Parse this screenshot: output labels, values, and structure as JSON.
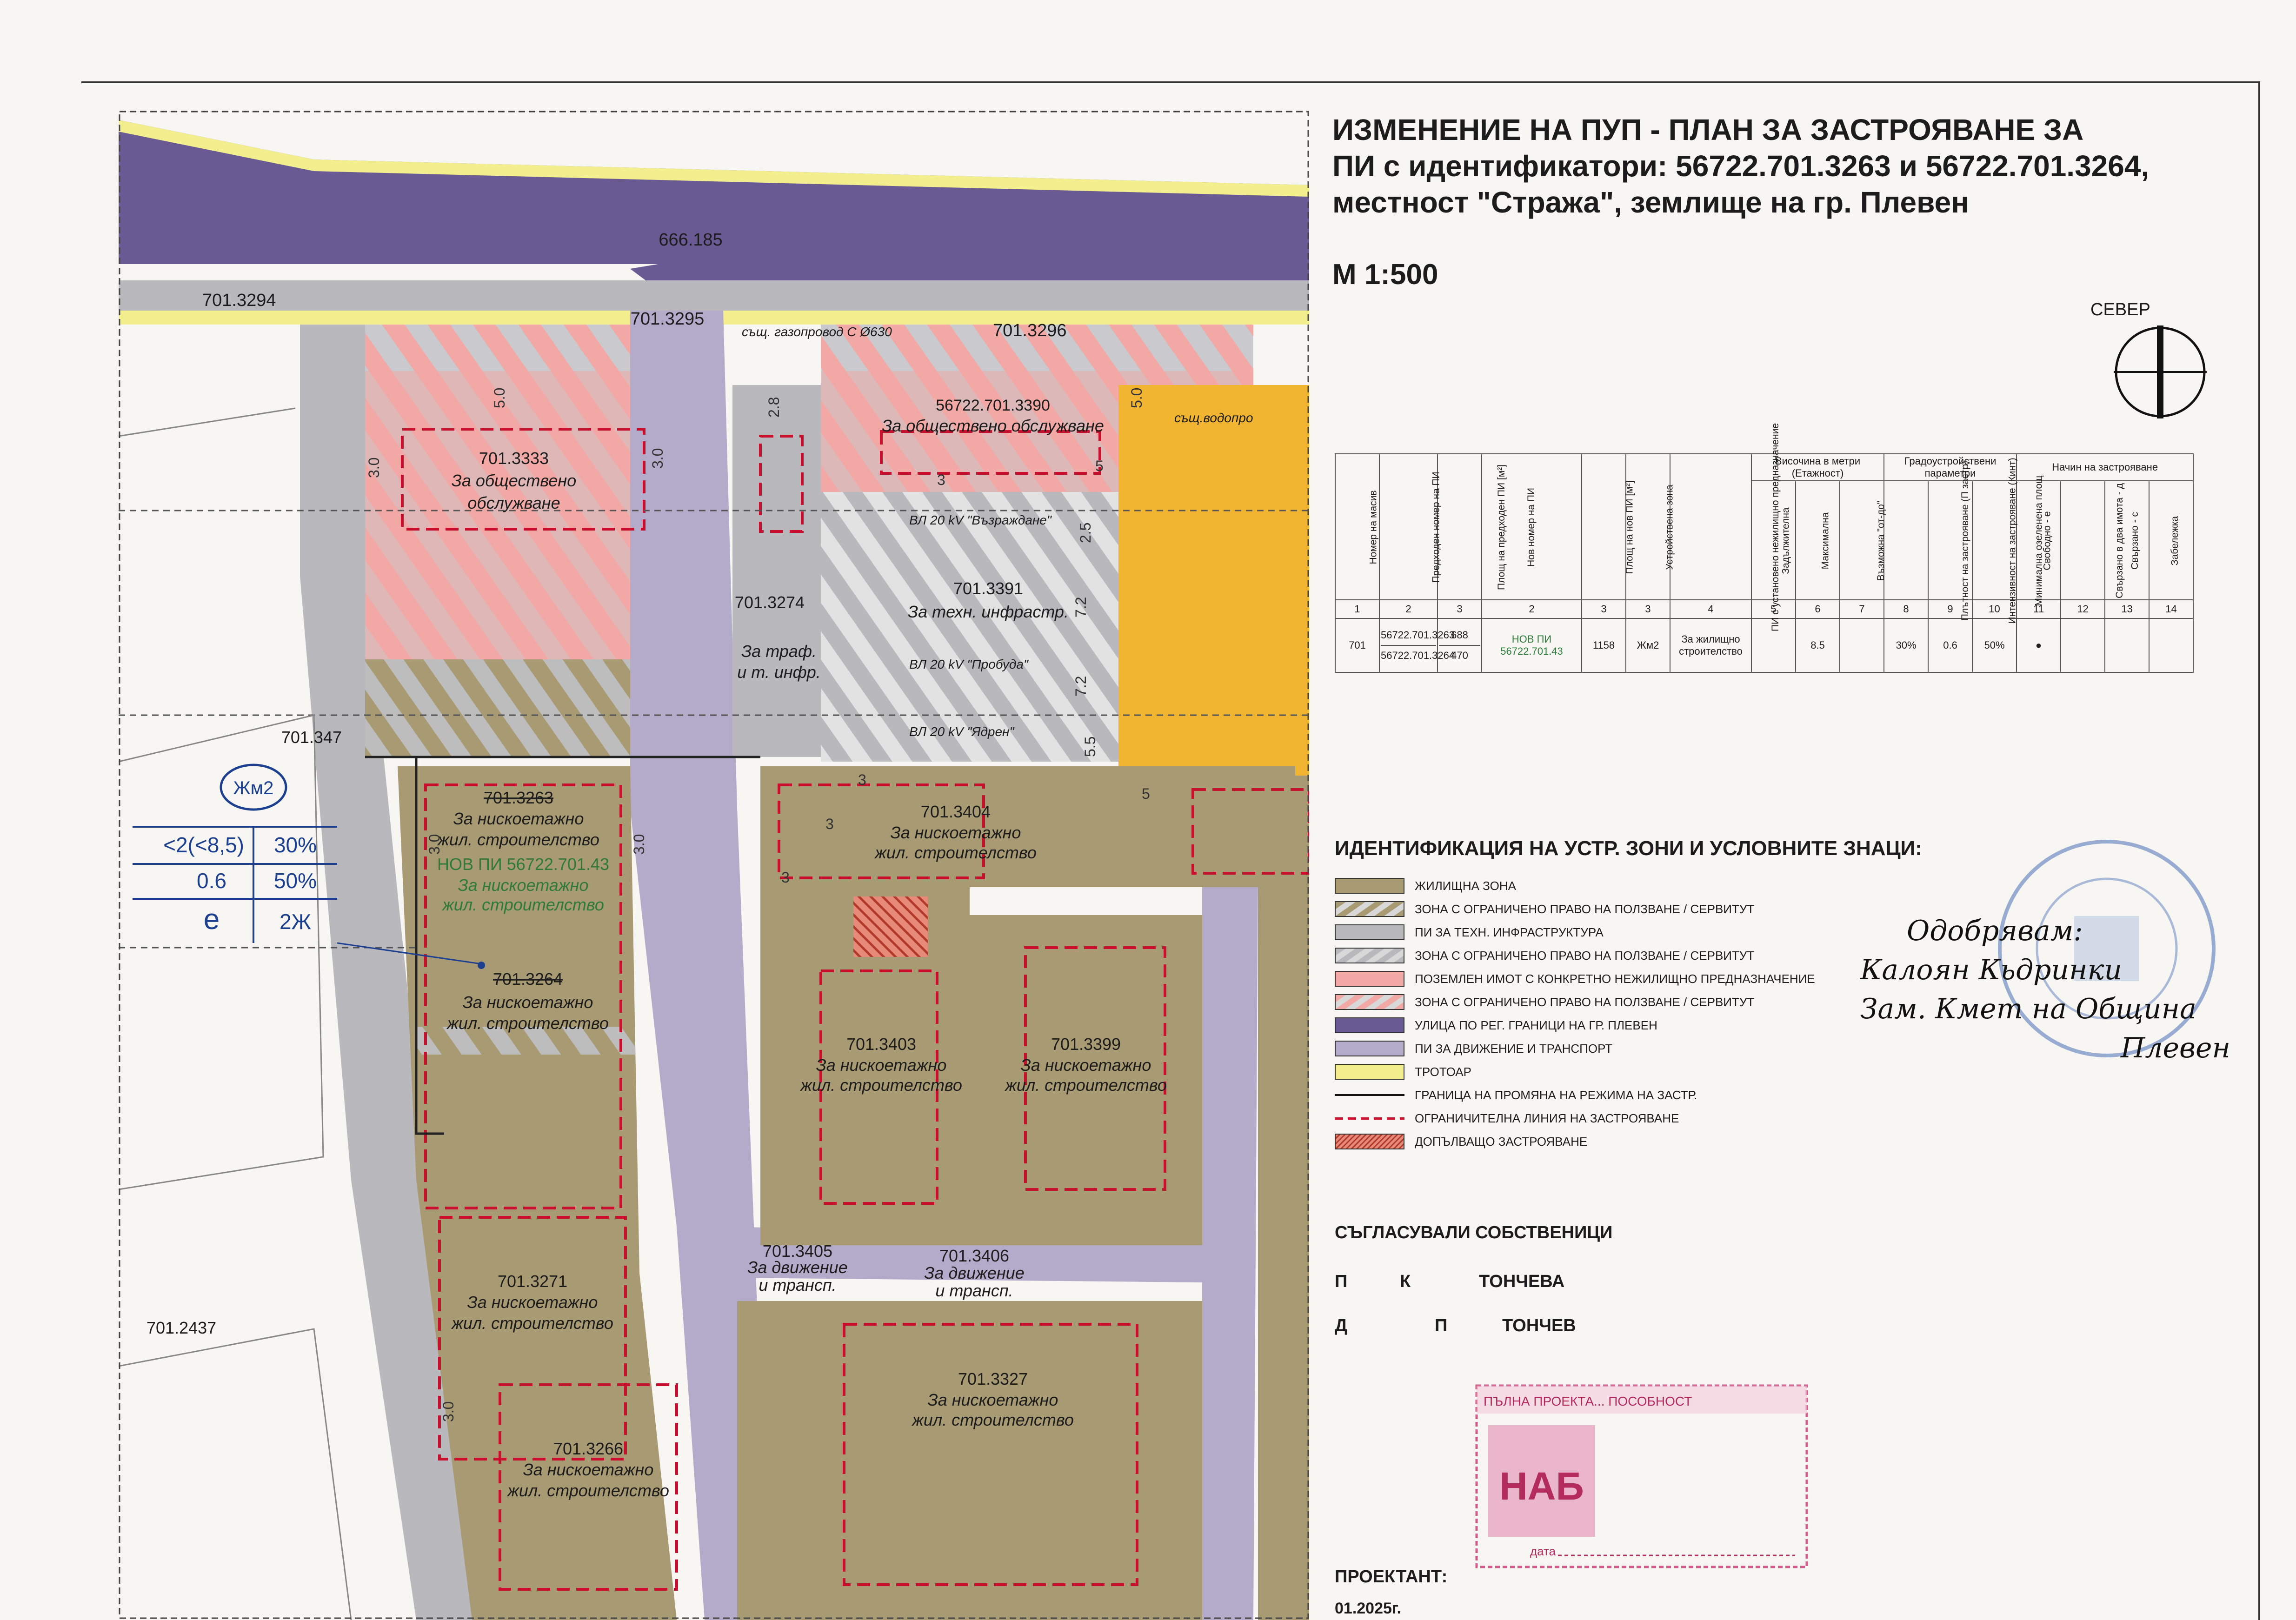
{
  "title_lines": [
    "ИЗМЕНЕНИЕ НА ПУП - ПЛАН ЗА ЗАСТРОЯВАНЕ ЗА",
    "ПИ с идентификатори: 56722.701.3263 и 56722.701.3264,",
    "местност  \"Стража\", землище на гр. Плевен"
  ],
  "scale": "М 1:500",
  "north_label": "СЕВЕР",
  "table": {
    "height_group": "Височина в метри (Етажност)",
    "urban_group": "Градоустройствени параметри",
    "method_group": "Начин на застрояване",
    "headers": [
      "Номер на масив",
      "Предходен номер на ПИ",
      "Площ на предходен ПИ [м²]",
      "Нов номер на ПИ",
      "Площ на нов ПИ [м²]",
      "Устройствена зона",
      "ПИ с установено нежилищно предназначение",
      "Задължителна",
      "Максимална",
      "Възможна \"от-до\"",
      "Плътност на застрояване (П застр)",
      "Интензивност на застрояване (Кинт)",
      "Минимална озеленена площ",
      "Свободно - е",
      "Свързано в два имота - д",
      "Свързано - с",
      "Забележка"
    ],
    "col_numbers": [
      "1",
      "2",
      "3",
      "2",
      "3",
      "3",
      "4",
      "5",
      "6",
      "7",
      "8",
      "9",
      "10",
      "11",
      "12",
      "13",
      "14"
    ],
    "row": {
      "massiv": "701",
      "prev_ids": [
        "56722.701.3263",
        "56722.701.3264"
      ],
      "prev_areas": [
        "688",
        "470"
      ],
      "new_id_line1": "НОВ ПИ",
      "new_id_line2": "56722.701.43",
      "new_area": "1158",
      "zone": "Жм2",
      "purpose": "За жилищно строителство",
      "mandatory": "",
      "max_height": "8.5",
      "range": "",
      "density": "30%",
      "intensity": "0.6",
      "green": "50%",
      "free": "●",
      "twin": "",
      "connected": "",
      "note": ""
    }
  },
  "legend_title": "ИДЕНТИФИКАЦИЯ НА УСТР. ЗОНИ И УСЛОВНИТЕ ЗНАЦИ:",
  "legend": [
    {
      "label": "ЖИЛИЩНА ЗОНА",
      "fill": "#a89a72",
      "kind": "solid"
    },
    {
      "label": "ЗОНА С ОГРАНИЧЕНО ПРАВО НА ПОЛЗВАНЕ / СЕРВИТУТ",
      "fill": "#a89a72",
      "kind": "hatch"
    },
    {
      "label": "ПИ ЗА ТЕХН. ИНФРАСТРУКТУРА",
      "fill": "#b9b8bd",
      "kind": "solid"
    },
    {
      "label": "ЗОНА С ОГРАНИЧЕНО ПРАВО НА ПОЛЗВАНЕ / СЕРВИТУТ",
      "fill": "#b9b8bd",
      "kind": "hatch"
    },
    {
      "label": "ПОЗЕМЛЕН ИМОТ С КОНКРЕТНО НЕЖИЛИЩНО ПРЕДНАЗНАЧЕНИЕ",
      "fill": "#f2a8a4",
      "kind": "solid"
    },
    {
      "label": "ЗОНА С ОГРАНИЧЕНО ПРАВО НА ПОЛЗВАНЕ / СЕРВИТУТ",
      "fill": "#f2a8a4",
      "kind": "hatch"
    },
    {
      "label": "УЛИЦА ПО РЕГ. ГРАНИЦИ НА ГР. ПЛЕВЕН",
      "fill": "#6a5a94",
      "kind": "solid"
    },
    {
      "label": "ПИ ЗА ДВИЖЕНИЕ И ТРАНСПОРТ",
      "fill": "#b3abc9",
      "kind": "solid"
    },
    {
      "label": "ТРОТОАР",
      "fill": "#f3ee8e",
      "kind": "solid"
    },
    {
      "label": "ГРАНИЦА НА ПРОМЯНА НА РЕЖИМА НА ЗАСТР.",
      "fill": "none",
      "kind": "line-black"
    },
    {
      "label": "ОГРАНИЧИТЕЛНА ЛИНИЯ НА ЗАСТРОЯВАНЕ",
      "fill": "none",
      "kind": "line-red"
    },
    {
      "label": "ДОПЪЛВАЩО ЗАСТРОЯВАНЕ",
      "fill": "#e88a7a",
      "kind": "red-hatch"
    }
  ],
  "approval": [
    "Одобрявам:",
    "Калоян Кьдринки",
    "Зам. Кмет на Община",
    "Плевен"
  ],
  "owners_title": "СЪГЛАСУВАЛИ СОБСТВЕНИЦИ",
  "owners": [
    {
      "a": "П",
      "b": "К",
      "c": "ТОНЧЕВА"
    },
    {
      "a": "Д",
      "b": "П",
      "c": "ТОНЧЕВ"
    }
  ],
  "stamp_header": "ПЪЛНА ПРОЕКТА... ПОСОБНОСТ",
  "stamp_initials": "НАБ",
  "stamp_date_label": "дата",
  "designer_label": "ПРОЕКТАНТ:",
  "date": "01.2025г.",
  "map": {
    "colors": {
      "residential": "#a89a72",
      "infra": "#b9b8bd",
      "public": "#f2a8a4",
      "street_main": "#6a5a94",
      "street": "#b3abc9",
      "sidewalk": "#f3ee8e",
      "orange": "#f2b531",
      "line_red": "#c8102e",
      "zone_blue": "#1c3f8f"
    },
    "street_main_id": "666.185",
    "sidewalk_ids": [
      "701.3294",
      "701.3295",
      "701.3296"
    ],
    "gas_pipe": "същ. газопровод С Ø630",
    "water_pipe": "същ.водопро",
    "power_lines": [
      "ВЛ 20 kV \"Възраждане\"",
      "ВЛ 20 kV \"Пробуда\"",
      "ВЛ 20 kV \"Ядрен\""
    ],
    "zone_box": {
      "neighbour_id": "701.347",
      "zone": "Жм2",
      "height": "<2(<8,5)",
      "density": "30%",
      "intensity": "0.6",
      "green": "50%",
      "method": "е",
      "floors": "2Ж"
    },
    "other_ids": [
      "701.2437"
    ],
    "lots": [
      {
        "id": "701.3333",
        "label1": "За обществено",
        "label2": "обслужване"
      },
      {
        "id": "56722.701.3390",
        "label1": "За обществено обслужване",
        "label2": ""
      },
      {
        "id": "701.3391",
        "label1": "За техн. инфрастр.",
        "label2": ""
      },
      {
        "id": "701.3274",
        "label1": "За траф.",
        "label2": "и т. инфр."
      },
      {
        "id": "701.3263",
        "label1": "За нискоетажно",
        "label2": "жил. строителство"
      },
      {
        "id": "НОВ ПИ 56722.701.43",
        "label1": "За нискоетажно",
        "label2": "жил. строителство"
      },
      {
        "id": "701.3264",
        "label1": "За нискоетажно",
        "label2": "жил. строителство"
      },
      {
        "id": "701.3404",
        "label1": "За нискоетажно",
        "label2": "жил. строителство"
      },
      {
        "id": "701.3403",
        "label1": "За нискоетажно",
        "label2": "жил. строителство"
      },
      {
        "id": "701.3399",
        "label1": "За нискоетажно",
        "label2": "жил. строителство"
      },
      {
        "id": "701.3271",
        "label1": "За нискоетажно",
        "label2": "жил. строителство"
      },
      {
        "id": "701.3405",
        "label1": "За движение",
        "label2": "и трансп."
      },
      {
        "id": "701.3406",
        "label1": "За движение",
        "label2": "и трансп."
      },
      {
        "id": "701.3327",
        "label1": "За нискоетажно",
        "label2": "жил. строителство"
      },
      {
        "id": "701.3266",
        "label1": "За нискоетажно",
        "label2": "жил. строителство"
      }
    ],
    "dims": {
      "d30": "3.0",
      "d50": "5.0",
      "d3": "3",
      "d5": "5",
      "d28": "2.8",
      "d25": "2.5",
      "d72": "7.2",
      "d55": "5.5"
    }
  }
}
